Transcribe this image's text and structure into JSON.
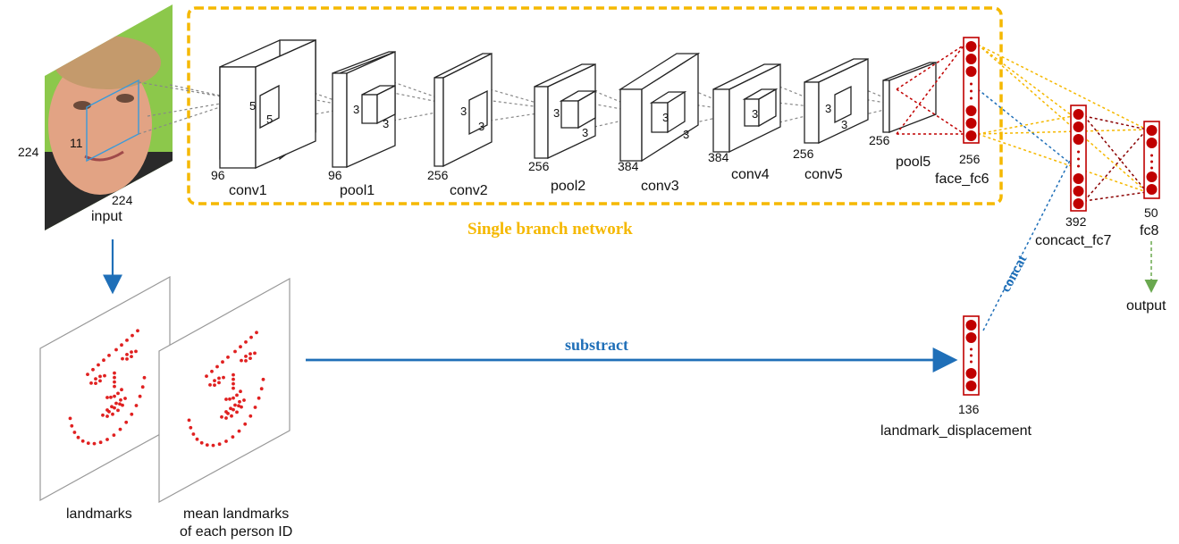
{
  "input": {
    "label": "input",
    "height_label": "224",
    "width_label": "224",
    "patch_label": "11"
  },
  "branch_title": "Single branch network",
  "layers": [
    {
      "name": "conv1",
      "channels": "96",
      "kernel": "5"
    },
    {
      "name": "pool1",
      "channels": "96",
      "kernel": "3"
    },
    {
      "name": "conv2",
      "channels": "256",
      "kernel": "3"
    },
    {
      "name": "pool2",
      "channels": "256",
      "kernel": "3"
    },
    {
      "name": "conv3",
      "channels": "384",
      "kernel": "3"
    },
    {
      "name": "conv4",
      "channels": "384",
      "kernel": "3"
    },
    {
      "name": "conv5",
      "channels": "256",
      "kernel": "3"
    },
    {
      "name": "pool5",
      "channels": "256"
    }
  ],
  "fc": {
    "face_fc6": {
      "name": "face_fc6",
      "size": "256"
    },
    "concact_fc7": {
      "name": "concact_fc7",
      "size": "392"
    },
    "fc8": {
      "name": "fc8",
      "size": "50"
    },
    "landmark_displacement": {
      "name": "landmark_displacement",
      "size": "136"
    }
  },
  "arrows": {
    "concat": "concat",
    "substract": "substract",
    "output": "output"
  },
  "landmarks": {
    "left_label": "landmarks",
    "right_label_line1": "mean landmarks",
    "right_label_line2": "of each person ID"
  },
  "colors": {
    "orange": "#f5b800",
    "blue": "#1f6fb8",
    "red": "#c00000",
    "dark_red": "#8b0000",
    "green": "#6aa84f"
  }
}
